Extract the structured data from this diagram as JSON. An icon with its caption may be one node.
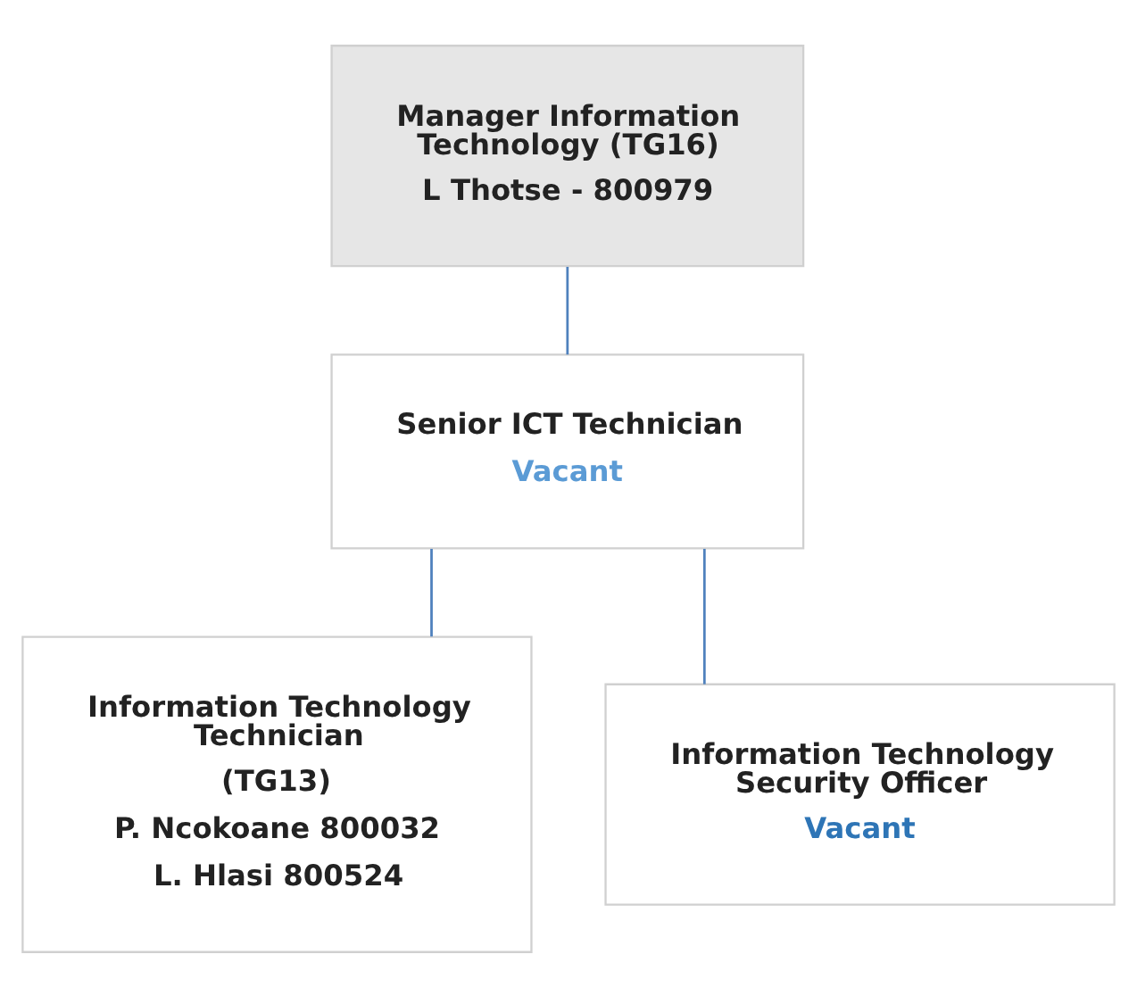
{
  "diagram": {
    "nodes": [
      {
        "text": [
          "Manager Information Technology (TG16)",
          "L Thotse - 800979"
        ]
      },
      {
        "text": [
          "Senior ICT Technician",
          "Vacant"
        ]
      },
      {
        "text": [
          "Information Technology Technician",
          "(TG13)",
          "P. Ncokoane 800032",
          "L. Hlasi 800524"
        ]
      },
      {
        "text": [
          "Information Technology Security Officer",
          "Vacant"
        ]
      }
    ],
    "edges": [
      {
        "from": 0,
        "to": 1,
        "arrow": "none"
      },
      {
        "from": 1,
        "to": 2,
        "arrow": "none"
      },
      {
        "from": 1,
        "to": 3,
        "arrow": "none"
      }
    ]
  }
}
